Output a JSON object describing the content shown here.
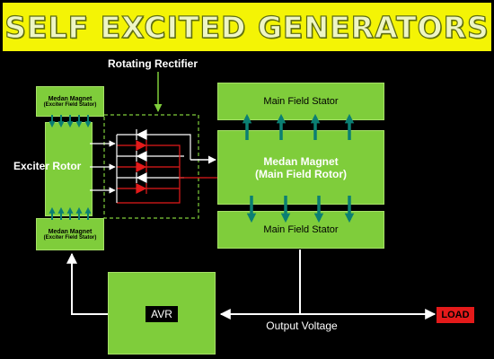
{
  "title": "SELF EXCITED GENERATORS",
  "labels": {
    "rotating_rectifier": "Rotating Rectifier",
    "exciter_rotor": "Exciter Rotor",
    "exciter_stator_top_line1": "Medan Magnet",
    "exciter_stator_top_line2": "(Exciter Field Stator)",
    "exciter_stator_bottom_line1": "Medan Magnet",
    "exciter_stator_bottom_line2": "(Exciter Field Stator)",
    "main_stator_top": "Main Field Stator",
    "main_rotor_line1": "Medan Magnet",
    "main_rotor_line2": "(Main Field Rotor)",
    "main_stator_bottom": "Main Field Stator",
    "avr": "AVR",
    "output_voltage": "Output Voltage",
    "load": "LOAD"
  },
  "colors": {
    "background": "#000000",
    "title_bar": "#f4f405",
    "block_green": "#7fcd3b",
    "arrow_teal": "#0b7f73",
    "diode_red": "#e41a1a",
    "diode_white": "#ffffff",
    "load_red": "#e41a1a"
  }
}
